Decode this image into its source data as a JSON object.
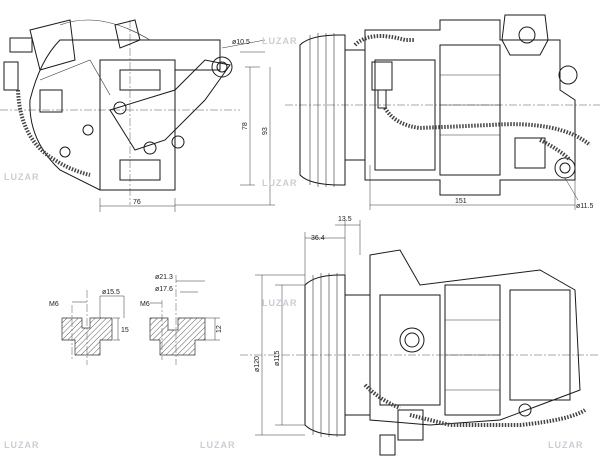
{
  "dimensions": {
    "v1_bolt_dia": "ø10.5",
    "v1_height_78": "78",
    "v1_height_93": "93",
    "v1_width_76": "76",
    "v2_length_151": "151",
    "v2_bolt_dia": "ø11.5",
    "v3_offset_13_5": "13.5",
    "v3_offset_36_4": "36.4",
    "v3_pulley_dia_120": "ø120",
    "v3_pulley_dia_115": "ø115",
    "fit1_thread": "M6",
    "fit1_dia": "ø15.5",
    "fit1_depth": "15",
    "fit2_dia_outer": "ø21.3",
    "fit2_dia_inner": "ø17.6",
    "fit2_thread": "M6",
    "fit2_depth": "12"
  },
  "watermark": {
    "brand": "LUZAR"
  }
}
